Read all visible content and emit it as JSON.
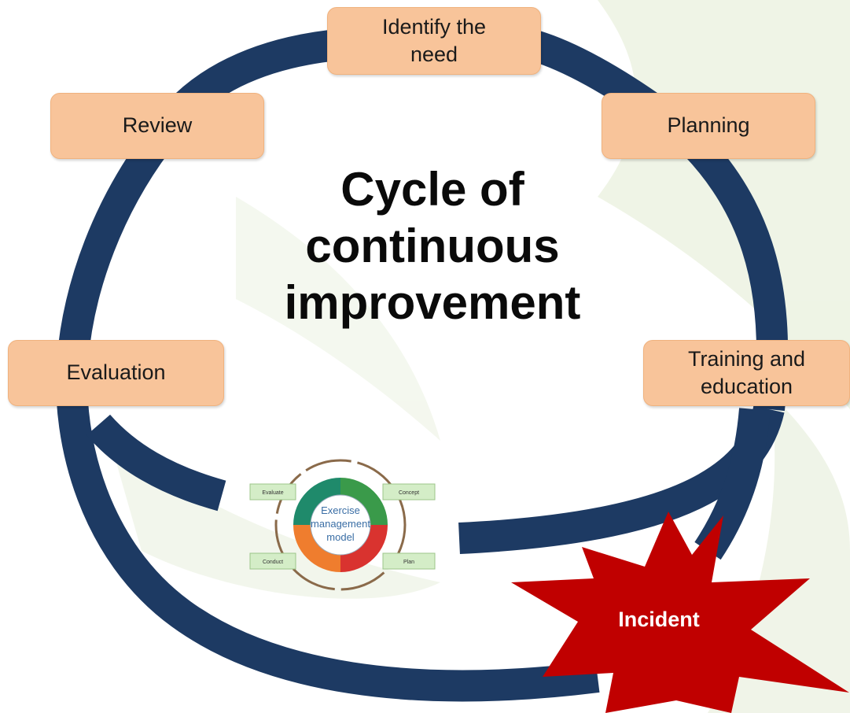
{
  "diagram": {
    "title": "Cycle of\ncontinuous\nimprovement",
    "steps": {
      "identify": "Identify the\nneed",
      "planning": "Planning",
      "training": "Training and\neducation",
      "evaluation": "Evaluation",
      "review": "Review"
    },
    "incident": "Incident",
    "mini_model": {
      "center": [
        "Exercise",
        "management",
        "model"
      ],
      "labels": {
        "evaluate": "Evaluate",
        "concept": "Concept",
        "plan": "Plan",
        "conduct": "Conduct"
      }
    }
  },
  "colors": {
    "ring": "#1d3a63",
    "box_fill": "#f8c49a",
    "incident": "#c00000",
    "background_leaf": "#e9f0dd"
  }
}
